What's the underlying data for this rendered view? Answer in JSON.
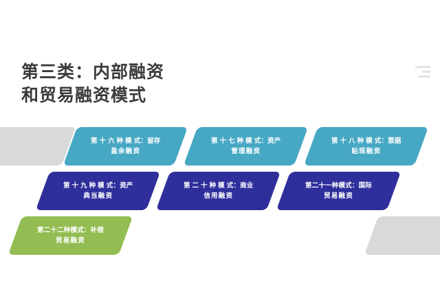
{
  "slide": {
    "background_color": "#ffffff",
    "title": {
      "line1": "第三类：内部融资",
      "line2": "和贸易融资模式",
      "color": "#3b3b3d"
    },
    "menu_icon": {
      "name": "hamburger-menu-icon",
      "color": "#e3e3e5"
    },
    "palette": {
      "teal": "#47a8c4",
      "indigo": "#2f2f9c",
      "green": "#93bd52",
      "gray": "#d9d9da",
      "text": "#ffffff"
    },
    "rows": [
      {
        "id": "row-1",
        "color_name": "teal",
        "decoration": {
          "name": "decorative-parallelogram-left",
          "color": "#d9d9da"
        },
        "cards": [
          {
            "id": "card-16",
            "line1": "第 十 六 种 模 式：留存",
            "line2": "盈余融资",
            "color": "#47a8c4"
          },
          {
            "id": "card-17",
            "line1": "第 十 七 种 模 式：资产",
            "line2": "管理融资",
            "color": "#47a8c4"
          },
          {
            "id": "card-18",
            "line1": "第 十 八 种 模 式：票据",
            "line2": "贴现融资",
            "color": "#47a8c4"
          }
        ]
      },
      {
        "id": "row-2",
        "color_name": "indigo",
        "cards": [
          {
            "id": "card-19",
            "line1": "第 十 九 种 模 式：资产",
            "line2": "典当融资",
            "color": "#2f2f9c"
          },
          {
            "id": "card-20",
            "line1": "第 二 十 种 模 式：商业",
            "line2": "信用融资",
            "color": "#2f2f9c"
          },
          {
            "id": "card-21",
            "line1": "第二十一种模式：国际",
            "line2": "贸易融资",
            "color": "#2f2f9c"
          }
        ]
      },
      {
        "id": "row-3",
        "color_name": "green",
        "decoration": {
          "name": "decorative-parallelogram-right",
          "color": "#d9d9da"
        },
        "cards": [
          {
            "id": "card-22",
            "line1": "第二十二种模式：补偿",
            "line2": "贸易融资",
            "color": "#93bd52"
          }
        ]
      }
    ]
  }
}
